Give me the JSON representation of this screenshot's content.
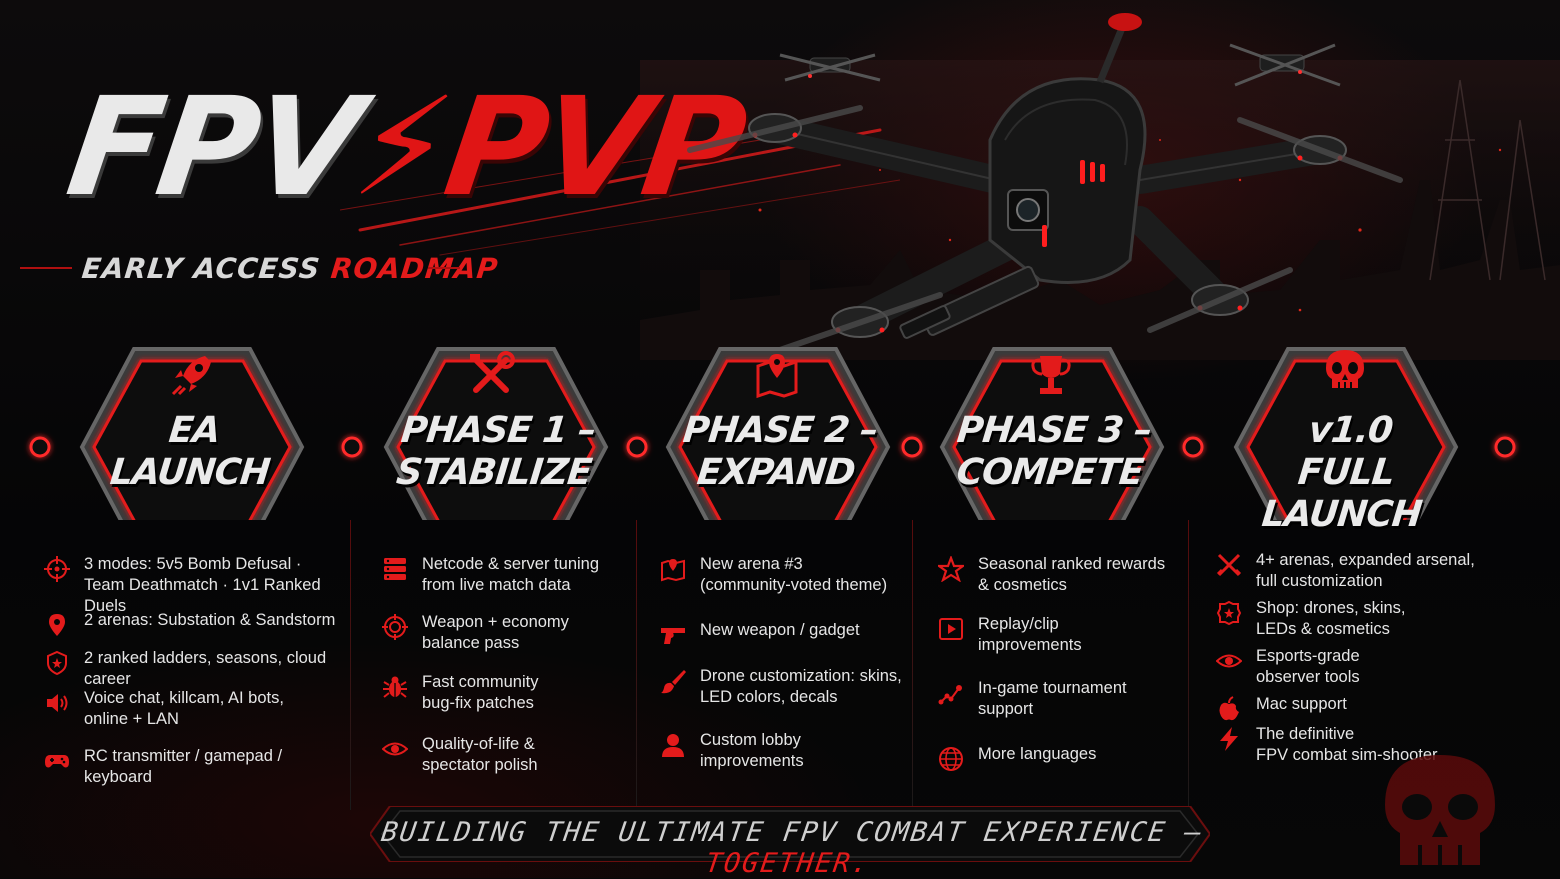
{
  "title": {
    "part1": "FPV",
    "part2": "PVP"
  },
  "subtitle": {
    "part1": "EARLY ACCESS ",
    "part2": "ROADMAP"
  },
  "phases": [
    {
      "line1": "EA",
      "line2": "LAUNCH",
      "icon": "rocket-icon",
      "items": [
        {
          "icon": "crosshair-icon",
          "text": "3 modes: 5v5 Bomb Defusal ·\nTeam Deathmatch · 1v1 Ranked Duels"
        },
        {
          "icon": "map-pin-icon",
          "text": "2 arenas: Substation & Sandstorm"
        },
        {
          "icon": "shield-icon",
          "text": "2 ranked ladders, seasons, cloud career"
        },
        {
          "icon": "speaker-icon",
          "text": "Voice chat, killcam, AI bots,\nonline + LAN"
        },
        {
          "icon": "gamepad-icon",
          "text": "RC transmitter / gamepad /\nkeyboard"
        }
      ]
    },
    {
      "line1": "PHASE 1 –",
      "line2": "STABILIZE",
      "icon": "tools-icon",
      "items": [
        {
          "icon": "server-icon",
          "text": "Netcode & server tuning\nfrom live match data"
        },
        {
          "icon": "target-icon",
          "text": "Weapon + economy\nbalance pass"
        },
        {
          "icon": "bug-icon",
          "text": "Fast community\nbug-fix patches"
        },
        {
          "icon": "eye-icon",
          "text": "Quality-of-life &\nspectator polish"
        }
      ]
    },
    {
      "line1": "PHASE 2 –",
      "line2": "EXPAND",
      "icon": "map-icon",
      "items": [
        {
          "icon": "map-icon",
          "text": "New arena #3\n(community-voted theme)"
        },
        {
          "icon": "pistol-icon",
          "text": "New weapon / gadget"
        },
        {
          "icon": "paintbrush-icon",
          "text": "Drone customization: skins,\nLED colors, decals"
        },
        {
          "icon": "user-icon",
          "text": "Custom lobby\nimprovements"
        }
      ]
    },
    {
      "line1": "PHASE 3 –",
      "line2": "COMPETE",
      "icon": "trophy-icon",
      "items": [
        {
          "icon": "star-icon",
          "text": "Seasonal ranked rewards\n& cosmetics"
        },
        {
          "icon": "play-icon",
          "text": "Replay/clip\nimprovements"
        },
        {
          "icon": "bracket-icon",
          "text": "In-game tournament\nsupport"
        },
        {
          "icon": "globe-icon",
          "text": "More languages"
        }
      ]
    },
    {
      "line1": "v1.0",
      "line2": "FULL LAUNCH",
      "icon": "skull-icon",
      "items": [
        {
          "icon": "crossed-swords-icon",
          "text": "4+ arenas, expanded arsenal,\nfull customization"
        },
        {
          "icon": "badge-icon",
          "text": "Shop: drones, skins,\nLEDs & cosmetics"
        },
        {
          "icon": "eye-icon",
          "text": "Esports-grade\nobserver tools"
        },
        {
          "icon": "apple-icon",
          "text": "Mac support"
        },
        {
          "icon": "lightning-icon",
          "text": "The definitive\nFPV combat sim-shooter"
        }
      ]
    }
  ],
  "banner": {
    "part1": "BUILDING THE ULTIMATE FPV COMBAT EXPERIENCE — ",
    "part2": "TOGETHER."
  },
  "colors": {
    "accent": "#e31b1b",
    "background": "#070708",
    "text": "#e6e6e6"
  }
}
